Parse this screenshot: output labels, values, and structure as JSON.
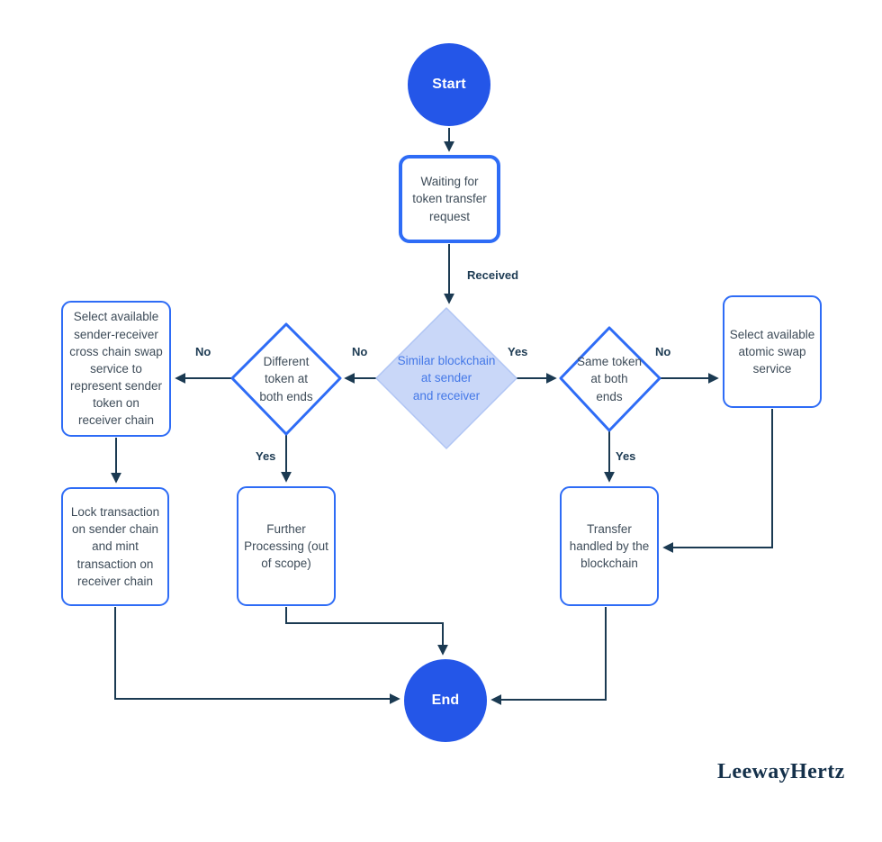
{
  "title": "Token transfer flowchart",
  "colors": {
    "terminal_fill": "#2456e8",
    "box_border": "#2e6cf6",
    "decision_fill": "#c9d7f8",
    "decision_text": "#4478e7",
    "line": "#1b3a52",
    "box_text": "#3e4c59",
    "logo_text": "#14304a",
    "background": "#ffffff"
  },
  "nodes": {
    "start": {
      "label": "Start"
    },
    "waiting": {
      "label": "Waiting for\ntoken transfer\nrequest"
    },
    "similar_blockchain": {
      "label": "Similar blockchain\nat sender\nand receiver"
    },
    "different_token": {
      "label": "Different\ntoken at\nboth ends"
    },
    "same_token": {
      "label": "Same token\nat both\nends"
    },
    "select_swap_service": {
      "label": "Select available\nsender-receiver\ncross chain swap\nservice to\nrepresent sender\ntoken on\nreceiver chain"
    },
    "lock_transaction": {
      "label": "Lock transaction\non sender chain\nand mint\ntransaction on\nreceiver chain"
    },
    "further_processing": {
      "label": "Further\nProcessing (out\nof scope)"
    },
    "transfer_handled": {
      "label": "Transfer\nhandled by the\nblockchain"
    },
    "atomic_swap": {
      "label": "Select available\natomic swap\nservice"
    },
    "end": {
      "label": "End"
    }
  },
  "edge_labels": {
    "received": "Received",
    "no_center_left": "No",
    "yes_center_right": "Yes",
    "no_far_left": "No",
    "no_far_right": "No",
    "yes_below_left": "Yes",
    "yes_below_right": "Yes"
  },
  "footer": {
    "brand": "LeewayHertz"
  }
}
